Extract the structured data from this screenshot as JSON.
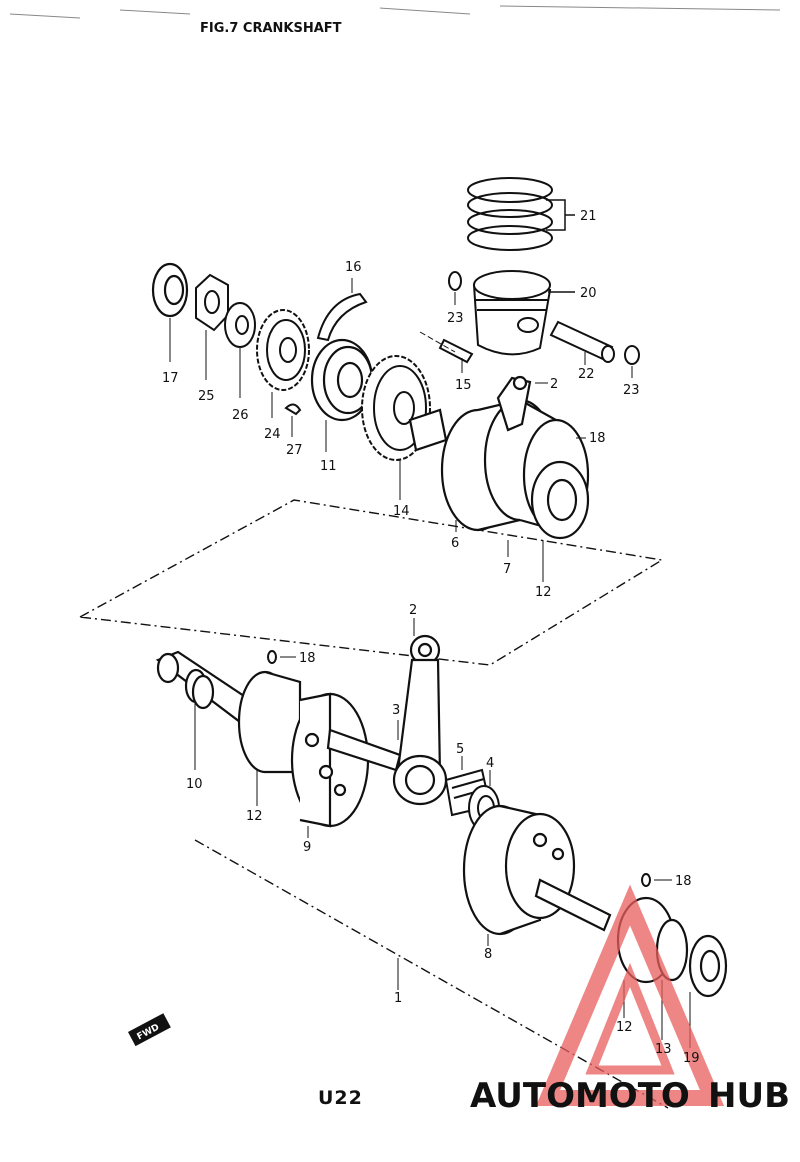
{
  "figure": {
    "title": "FIG.7  CRANKSHAFT",
    "page_code": "U22",
    "front_marker": "FWD"
  },
  "callouts": [
    "1",
    "2",
    "3",
    "4",
    "5",
    "6",
    "7",
    "8",
    "9",
    "10",
    "11",
    "12",
    "13",
    "14",
    "15",
    "16",
    "17",
    "18",
    "19",
    "20",
    "21",
    "22",
    "23",
    "24",
    "25",
    "26",
    "27"
  ],
  "labels": {
    "l1": "1",
    "l2a": "2",
    "l2b": "2",
    "l3": "3",
    "l4": "4",
    "l5": "5",
    "l6": "6",
    "l7": "7",
    "l8": "8",
    "l9": "9",
    "l10": "10",
    "l11": "11",
    "l12a": "12",
    "l12b": "12",
    "l12c": "12",
    "l13": "13",
    "l14": "14",
    "l15": "15",
    "l16": "16",
    "l17": "17",
    "l18a": "18",
    "l18b": "18",
    "l18c": "18",
    "l19": "19",
    "l20": "20",
    "l21": "21",
    "l22": "22",
    "l23a": "23",
    "l23b": "23",
    "l24": "24",
    "l25": "25",
    "l26": "26",
    "l27": "27"
  },
  "watermark": {
    "part1": "AUTOMOTO",
    "part2": "HUB",
    "color_primary": "#f4b183",
    "color_secondary": "#8c8c8c",
    "color_triangle": "#e85d5d"
  }
}
